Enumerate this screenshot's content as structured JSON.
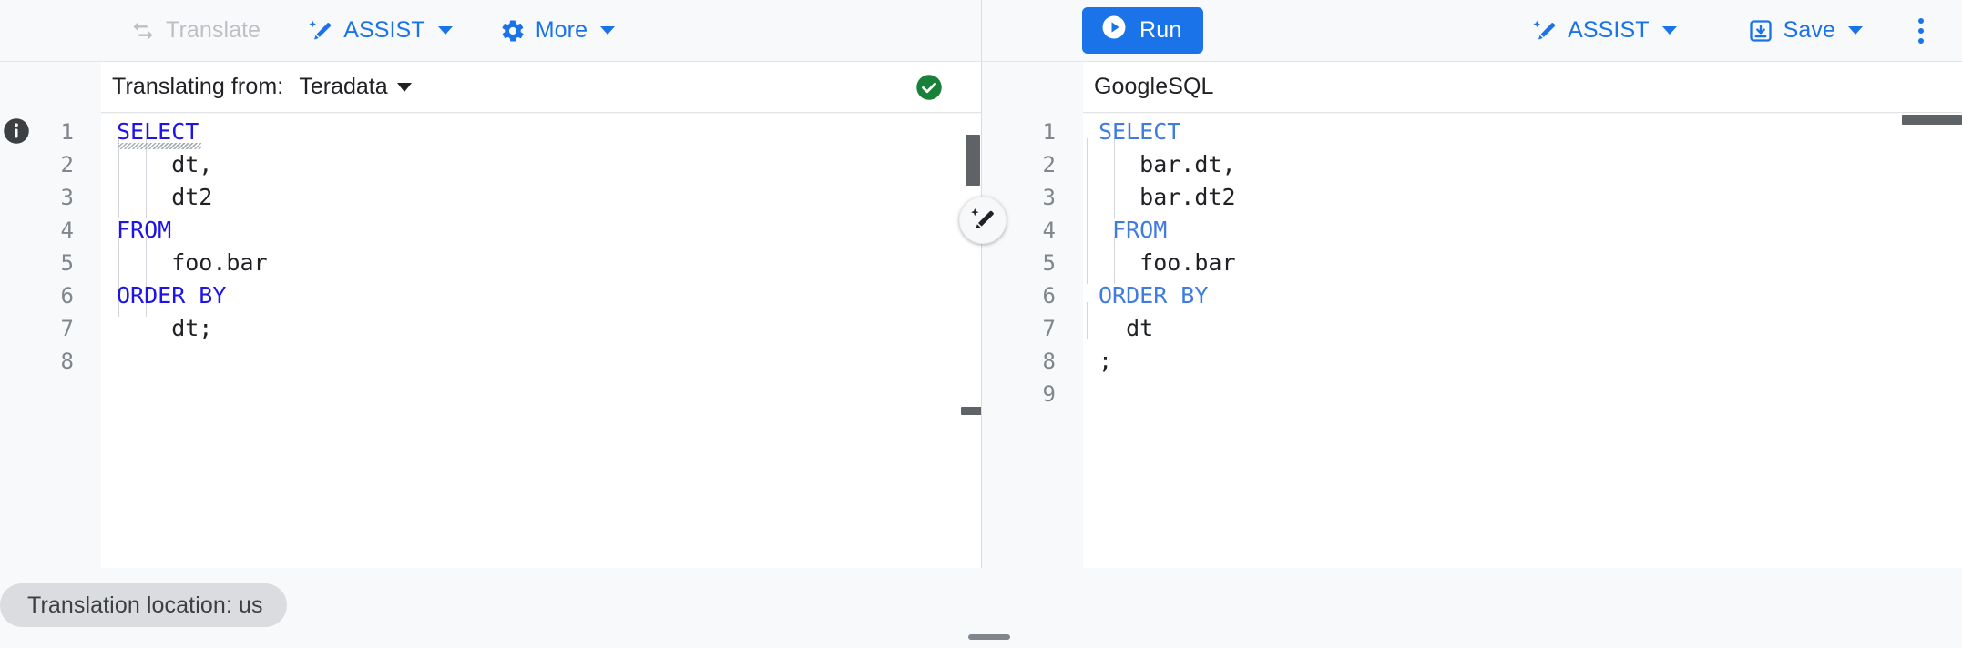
{
  "toolbar": {
    "left": [
      {
        "name": "translate",
        "label": "Translate",
        "icon": "swap-horizontal-icon",
        "disabled": true,
        "caret": false
      },
      {
        "name": "assist",
        "label": "ASSIST",
        "icon": "magic-wand-icon",
        "disabled": false,
        "caret": true
      },
      {
        "name": "more",
        "label": "More",
        "icon": "gear-icon",
        "disabled": false,
        "caret": true
      }
    ],
    "right": {
      "run_label": "Run",
      "run_icon": "play-circle-icon",
      "assist_label": "ASSIST",
      "assist_icon": "magic-wand-icon",
      "save_label": "Save",
      "save_icon": "save-download-icon",
      "overflow_icon": "kebab-menu-icon"
    },
    "accent_color": "#1a73e8",
    "disabled_color": "#bdc1c6"
  },
  "source_panel": {
    "label": "Translating from:",
    "dialect": "Teradata",
    "dialect_caret_icon": "chevron-down-icon",
    "status_icon": "check-circle-icon",
    "status_color": "#188038",
    "info_icon": "info-icon",
    "line_numbers": [
      "1",
      "2",
      "3",
      "4",
      "5",
      "6",
      "7",
      "8"
    ],
    "lines": [
      {
        "n": 1,
        "segments": [
          {
            "t": "SELECT",
            "c": "kw-dark"
          }
        ],
        "squiggle": true
      },
      {
        "n": 2,
        "segments": [
          {
            "t": "    dt,",
            "c": ""
          }
        ]
      },
      {
        "n": 3,
        "segments": [
          {
            "t": "    dt2",
            "c": ""
          }
        ]
      },
      {
        "n": 4,
        "segments": [
          {
            "t": "FROM",
            "c": "kw-dark"
          }
        ]
      },
      {
        "n": 5,
        "segments": [
          {
            "t": "    foo.bar",
            "c": ""
          }
        ]
      },
      {
        "n": 6,
        "segments": [
          {
            "t": "ORDER BY",
            "c": "kw-dark"
          }
        ]
      },
      {
        "n": 7,
        "segments": [
          {
            "t": "    dt;",
            "c": ""
          }
        ]
      },
      {
        "n": 8,
        "segments": [
          {
            "t": "",
            "c": ""
          }
        ]
      }
    ]
  },
  "target_panel": {
    "label": "GoogleSQL",
    "magic_edit_icon": "magic-pencil-icon",
    "line_numbers": [
      "1",
      "2",
      "3",
      "4",
      "5",
      "6",
      "7",
      "8",
      "9"
    ],
    "lines": [
      {
        "n": 1,
        "segments": [
          {
            "t": "SELECT",
            "c": "kw-light"
          }
        ]
      },
      {
        "n": 2,
        "segments": [
          {
            "t": "   bar.dt,",
            "c": ""
          }
        ]
      },
      {
        "n": 3,
        "segments": [
          {
            "t": "   bar.dt2",
            "c": ""
          }
        ]
      },
      {
        "n": 4,
        "segments": [
          {
            "t": " FROM",
            "c": "kw-light"
          }
        ]
      },
      {
        "n": 5,
        "segments": [
          {
            "t": "   foo.bar",
            "c": ""
          }
        ]
      },
      {
        "n": 6,
        "segments": [
          {
            "t": "ORDER BY",
            "c": "kw-light"
          }
        ]
      },
      {
        "n": 7,
        "segments": [
          {
            "t": "  dt",
            "c": ""
          }
        ]
      },
      {
        "n": 8,
        "segments": [
          {
            "t": ";",
            "c": ""
          }
        ]
      },
      {
        "n": 9,
        "segments": [
          {
            "t": "",
            "c": ""
          }
        ]
      }
    ]
  },
  "footer": {
    "location_chip": "Translation location: us",
    "drag_handle": "resize-handle"
  }
}
